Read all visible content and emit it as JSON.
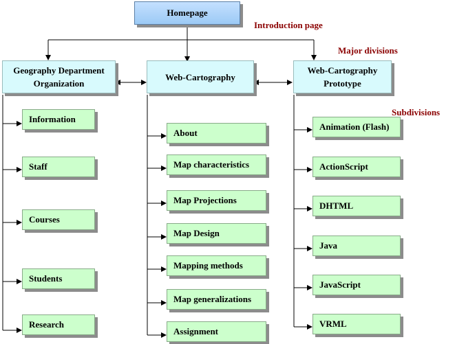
{
  "homepage": {
    "label": "Homepage"
  },
  "annotations": {
    "introduction": "Introduction page",
    "major": "Major divisions",
    "sub": "Subdivisions"
  },
  "divisions": [
    {
      "label": "Geography Department Organization",
      "items": [
        "Information",
        "Staff",
        "Courses",
        "Students",
        "Research"
      ]
    },
    {
      "label": "Web-Cartography",
      "items": [
        "About",
        "Map characteristics",
        "Map Projections",
        "Map Design",
        "Mapping methods",
        "Map generalizations",
        "Assignment"
      ]
    },
    {
      "label": "Web-Cartography Prototype",
      "items": [
        "Animation (Flash)",
        "ActionScript",
        "DHTML",
        "Java",
        "JavaScript",
        "VRML"
      ]
    }
  ],
  "colors": {
    "homepage": "#a9d3ff",
    "division": "#d8fafd",
    "subdivision": "#ccffcc",
    "annotation": "#8b0000"
  }
}
